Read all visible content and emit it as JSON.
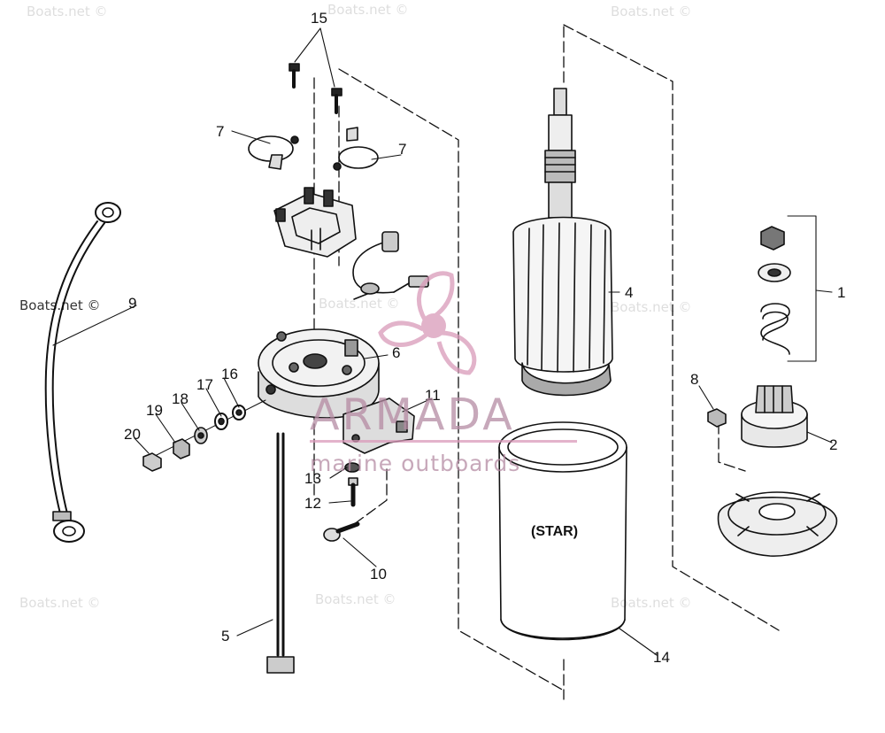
{
  "callouts": {
    "c1": "1",
    "c2": "2",
    "c4": "4",
    "c5": "5",
    "c6": "6",
    "c7a": "7",
    "c7b": "7",
    "c8": "8",
    "c9": "9",
    "c10": "10",
    "c11": "11",
    "c12": "12",
    "c13": "13",
    "c14": "14",
    "c15": "15",
    "c16": "16",
    "c17": "17",
    "c18": "18",
    "c19": "19",
    "c20": "20"
  },
  "housing_label": "(STAR)",
  "watermark": {
    "text": "Boats.net ©",
    "brand_name": "ARMADA",
    "brand_tagline": "marine outboards",
    "brand_color": "#b58ba3",
    "logo_color": "#d99ab9"
  },
  "icons": {
    "logo": "propeller-logo-icon"
  }
}
